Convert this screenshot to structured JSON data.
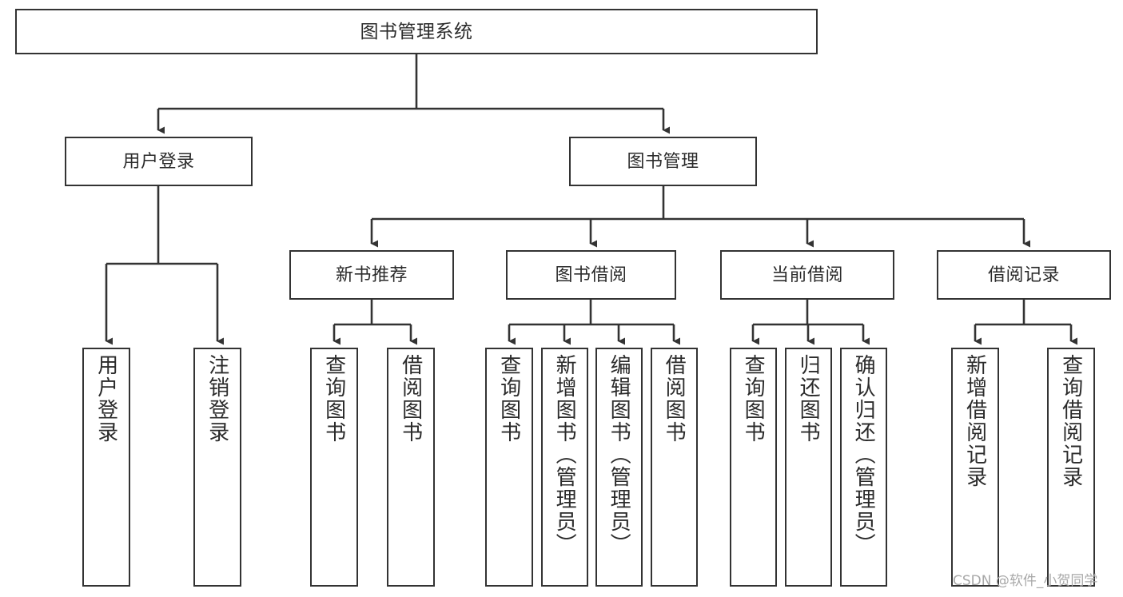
{
  "diagram": {
    "type": "tree-hierarchy",
    "title": "图书管理系统",
    "watermark": "CSDN @软件_小贺同学",
    "colors": {
      "stroke": "#333333",
      "fill": "#ffffff",
      "text": "#2b2b2b",
      "watermark": "#a8a8a8"
    },
    "levels": {
      "root": {
        "label": "图书管理系统"
      },
      "level1": [
        {
          "id": "user-login",
          "label": "用户登录"
        },
        {
          "id": "book-management",
          "label": "图书管理"
        }
      ],
      "level2": [
        {
          "id": "new-book-recommend",
          "label": "新书推荐",
          "parent": "book-management"
        },
        {
          "id": "book-borrow",
          "label": "图书借阅",
          "parent": "book-management"
        },
        {
          "id": "current-borrow",
          "label": "当前借阅",
          "parent": "book-management"
        },
        {
          "id": "borrow-record",
          "label": "借阅记录",
          "parent": "book-management"
        }
      ],
      "leaves": [
        {
          "id": "leaf-user-login",
          "label": "用户登录",
          "parent": "user-login"
        },
        {
          "id": "leaf-logout-login",
          "label": "注销登录",
          "parent": "user-login"
        },
        {
          "id": "leaf-query-book-1",
          "label": "查询图书",
          "parent": "new-book-recommend"
        },
        {
          "id": "leaf-borrow-book-1",
          "label": "借阅图书",
          "parent": "new-book-recommend"
        },
        {
          "id": "leaf-query-book-2",
          "label": "查询图书",
          "parent": "book-borrow"
        },
        {
          "id": "leaf-add-book",
          "label": "新增图书（管理员）",
          "parent": "book-borrow"
        },
        {
          "id": "leaf-edit-book",
          "label": "编辑图书（管理员）",
          "parent": "book-borrow"
        },
        {
          "id": "leaf-borrow-book-2",
          "label": "借阅图书",
          "parent": "book-borrow"
        },
        {
          "id": "leaf-query-book-3",
          "label": "查询图书",
          "parent": "current-borrow"
        },
        {
          "id": "leaf-return-book",
          "label": "归还图书",
          "parent": "current-borrow"
        },
        {
          "id": "leaf-confirm-return",
          "label": "确认归还（管理员）",
          "parent": "current-borrow"
        },
        {
          "id": "leaf-add-record",
          "label": "新增借阅记录",
          "parent": "borrow-record"
        },
        {
          "id": "leaf-query-record",
          "label": "查询借阅记录",
          "parent": "borrow-record"
        }
      ]
    }
  }
}
